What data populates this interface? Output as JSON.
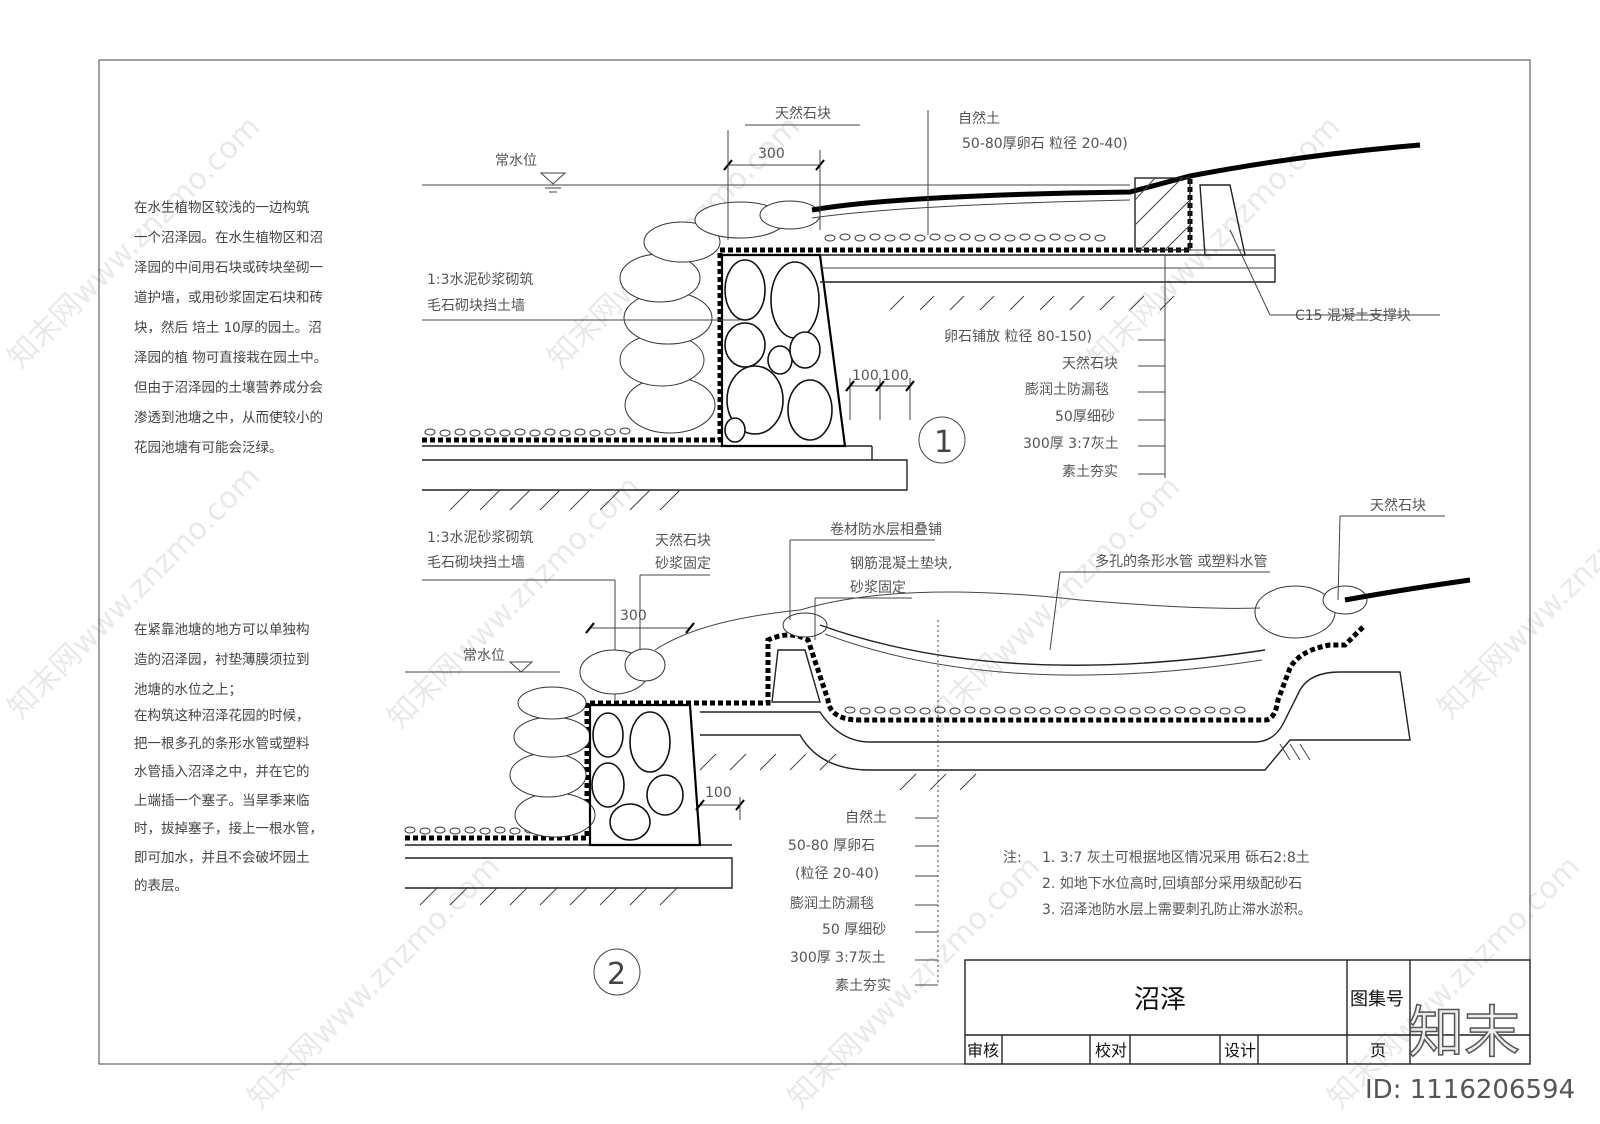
{
  "drawing": {
    "title": "沼泽",
    "atlas_label": "图集号",
    "review_label": "审核",
    "check_label": "校对",
    "design_label": "设计",
    "page_label": "页"
  },
  "detail1": {
    "number": "1",
    "desc_lines": [
      "在水生植物区较浅的一边构筑",
      "一个沼泽园。在水生植物区和沼",
      "泽园的中间用石块或砖块垒砌一",
      "道护墙，或用砂浆固定石块和砖",
      "块，然后    培土  10厚的园土。沼",
      "泽园的植      物可直接栽在园土中。",
      "但由于沼泽园的土壤营养成分会",
      "渗透到池塘之中，从而使较小的",
      "花园池塘有可能会泛绿。"
    ],
    "labels": {
      "natural_stone": "天然石块",
      "dim_300": "300",
      "water_level": "常水位",
      "natural_soil": "自然土",
      "pebble": "50-80厚卵石  粒径      20-40)",
      "wall_1": "1:3水泥砂浆砌筑",
      "wall_2": "毛石砌块挡土墙",
      "c15": "C15 混凝土支撑块",
      "pebble_paving": "卵石铺放  粒径      80-150)",
      "natural_stone2": "天然石块",
      "bentonite": "膨润土防漏毯",
      "sand": "50厚细砂",
      "lime": "300厚 3:7灰土",
      "soil": "素土夯实",
      "dim_100a": "100",
      "dim_100b": "100"
    }
  },
  "detail2": {
    "number": "2",
    "desc_lines": [
      "在紧靠池塘的地方可以单独构",
      "造的沼泽园，衬垫薄膜须拉到",
      "池塘的水位之上；",
      "在构筑这种沼泽花园的时候，",
      "把一根多孔的条形水管或塑料",
      "水管插入沼泽之中，并在它的",
      "上端插一个塞子。当旱季来临",
      "时，拔掉塞子，接上一根水管，",
      "即可加水，并且不会破坏园土",
      " 的表层。"
    ],
    "labels": {
      "wall_1": "1:3水泥砂浆砌筑",
      "wall_2": "毛石砌块挡土墙",
      "stone_1": "天然石块",
      "stone_2": "砂浆固定",
      "membrane": "卷材防水层相叠铺",
      "rc_1": "钢筋混凝土垫块,",
      "rc_2": "砂浆固定",
      "pipe": "多孔的条形水管  或塑料水管",
      "natural_stone": "天然石块",
      "dim_300": "300",
      "water_level": "常水位",
      "dim_100": "100",
      "natural_soil": "自然土",
      "pebble": "50-80 厚卵石",
      "grain": "(粒径    20-40)",
      "bentonite": "膨润土防漏毯",
      "sand": "50 厚细砂",
      "lime": "300厚 3:7灰土",
      "soil": "素土夯实"
    }
  },
  "notes": {
    "prefix": "注:",
    "lines": [
      "1. 3:7 灰土可根据地区情况采用           砾石2:8土",
      "2. 如地下水位高时,回填部分采用级配砂石",
      "3. 沼泽池防水层上需要刺孔防止滞水淤积。"
    ]
  },
  "overlay": {
    "brand": "知末",
    "id": "ID: 1116206594",
    "watermark": "知末网www.znzmo.com"
  }
}
